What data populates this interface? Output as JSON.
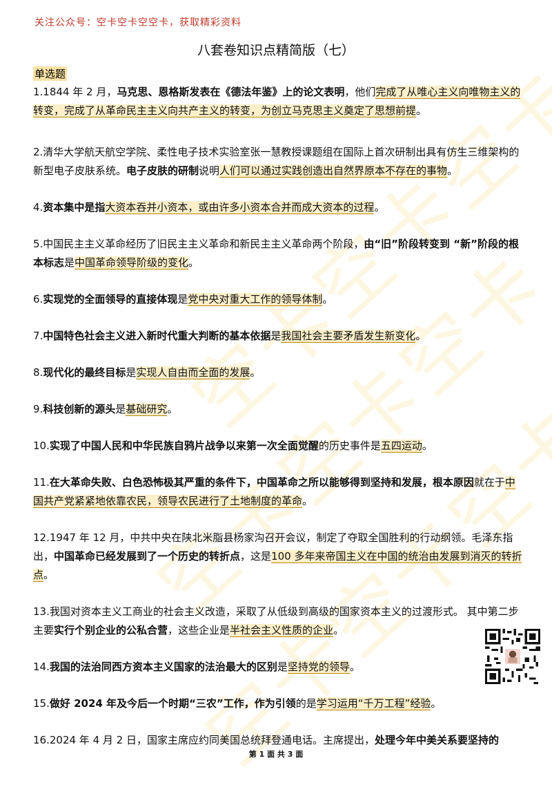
{
  "header": {
    "banner": "关注公众号：空卡空卡空空卡，获取精彩资料",
    "title": "八套卷知识点精简版（七）",
    "section": "单选题"
  },
  "watermark": {
    "text_a": "空卡空卡空卡",
    "text_b": "空卡空卡空卡",
    "text_c": "空卡空卡空卡"
  },
  "questions": {
    "q1": {
      "a": "1.1844 年 2 月，",
      "b": "马克思、恩格斯发表在《德法年鉴》上的论文表明",
      "c": "，他们",
      "d": "完成了从唯心主义向唯物主义的转变，完成了从革命民主主义向共产主义的转变，为创立马克思主义奠定了思想前提",
      "e": "。"
    },
    "q2": {
      "a": "2.清华大学航天航空学院、柔性电子技术实验室张一慧教授课题组在国际上首次研制出具有仿生三维架构的新型电子皮肤系统。",
      "b": "电子皮肤的研制",
      "c": "说明",
      "d": "人们可以通过实践创造出自然界原本不存在的事物",
      "e": "。"
    },
    "q4": {
      "a": "4.",
      "b": "资本集中是指",
      "d": "大资本吞并小资本，或由许多小资本合并而成大资本的过程",
      "e": "。"
    },
    "q5": {
      "a": "5.中国民主主义革命经历了旧民主主义革命和新民主主义革命两个阶段，",
      "b": "由“旧”阶段转变到 “新”阶段的根本标志",
      "c": "是",
      "d": "中国革命领导阶级的变化",
      "e": "。"
    },
    "q6": {
      "a": "6.",
      "b": "实现党的全面领导的直接体现",
      "c": "是",
      "d": "党中央对重大工作的领导体制",
      "e": "。"
    },
    "q7": {
      "a": "7.",
      "b": "中国特色社会主义进入新时代重大判断的基本依据",
      "c": "是",
      "d": "我国社会主要矛盾发生新变化",
      "e": "。"
    },
    "q8": {
      "a": "8.",
      "b": "现代化的最终目标",
      "c": "是",
      "d": "实现人自由而全面的发展",
      "e": "。"
    },
    "q9": {
      "a": "9.",
      "b": "科技创新的源头",
      "c": "是",
      "d": "基础研究",
      "e": "。"
    },
    "q10": {
      "a": "10.",
      "b": "实现了中国人民和中华民族自鸦片战争以来第一次全面觉醒",
      "c": "的历史事件是",
      "d": "五四运动",
      "e": "。"
    },
    "q11": {
      "a": "11.",
      "b": "在大革命失败、白色恐怖极其严重的条件下，中国革命之所以能够得到坚持和发展，根本原因",
      "c": "就在于",
      "d": "中国共产党紧紧地依靠农民，领导农民进行了土地制度的革命",
      "e": "。"
    },
    "q12": {
      "a": "12.1947 年 12 月，中共中央在陕北米脂县杨家沟召开会议，制定了夺取全国胜利的行动纲领。毛泽东指出，",
      "b": "中国革命已经发展到了一个历史的转折点",
      "c": "，这是",
      "d": "100 多年来帝国主义在中国的统治由发展到消灭的转折点",
      "e": "。"
    },
    "q13": {
      "a": "13.我国对资本主义工商业的社会主义改造，采取了从低级到高级的国家资本主义的过渡形式。 其中第二步主要",
      "b": "实行个别企业的公私合营",
      "c": "，这些企业是",
      "d": "半社会主义性质的企业",
      "e": "。"
    },
    "q14": {
      "a": "14.",
      "b": "我国的法治同西方资本主义国家的法治最大的区别",
      "c": "是",
      "d": "坚持党的领导",
      "e": "。"
    },
    "q15": {
      "a": "15.",
      "b": "做好 2024 年及今后一个时期“三农”工作，作为引领",
      "c": "的是",
      "d": "学习运用“千万工程”经验",
      "e": "。"
    },
    "q16": {
      "a": "16.2024 年 4 月 2 日，国家主席应约同美国总统拜登通电话。主席提出，",
      "b": "处理今年中美关系要坚持的"
    }
  },
  "footer": {
    "page": "第 1 面 共 3 面"
  },
  "colors": {
    "banner": "#c0392b",
    "highlight": "#fcefc9",
    "underline": "#b8860b",
    "watermark": "#f4d678"
  }
}
